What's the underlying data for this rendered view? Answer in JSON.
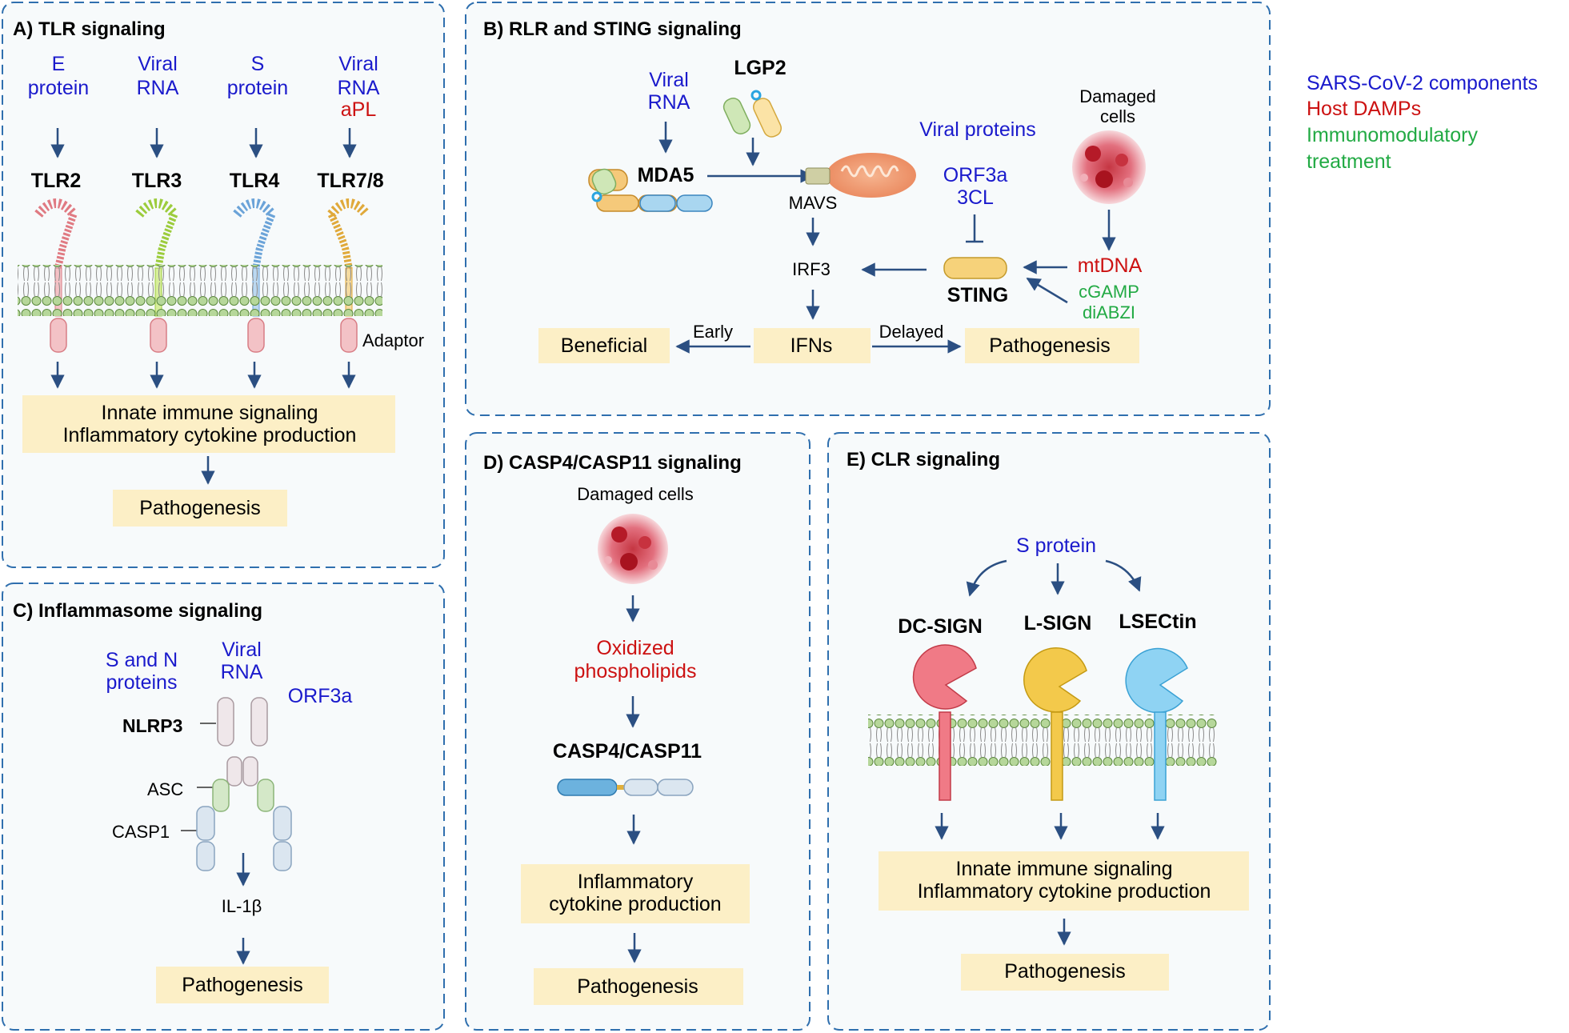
{
  "legend": {
    "viral": "SARS-CoV-2 components",
    "host": "Host DAMPs",
    "immuno_1": "Immunomodulatory",
    "immuno_2": "treatment"
  },
  "colors": {
    "viral": "#1a1acc",
    "host": "#cc1111",
    "immuno": "#22aa44",
    "panel_border": "#2f6fae",
    "panel_bg": "#f7fafb",
    "box_fill": "#fcefc6",
    "arrow": "#2b4f82"
  },
  "panelA": {
    "title": "A) TLR signaling",
    "inputs": [
      {
        "l1": "E",
        "l2": "protein"
      },
      {
        "l1": "Viral",
        "l2": "RNA"
      },
      {
        "l1": "S",
        "l2": "protein"
      },
      {
        "l1": "Viral",
        "l2": "RNA",
        "l3": "aPL"
      }
    ],
    "receptors": [
      "TLR2",
      "TLR3",
      "TLR4",
      "TLR7/8"
    ],
    "adaptor": "Adaptor",
    "signal_1": "Innate immune signaling",
    "signal_2": "Inflammatory cytokine production",
    "outcome": "Pathogenesis"
  },
  "panelB": {
    "title": "B) RLR and STING signaling",
    "viral_rna_1": "Viral",
    "viral_rna_2": "RNA",
    "lgp2": "LGP2",
    "mda5": "MDA5",
    "mavs": "MAVS",
    "viral_proteins": "Viral proteins",
    "orf3a": "ORF3a",
    "cl3": "3CL",
    "damaged_1": "Damaged",
    "damaged_2": "cells",
    "irf3": "IRF3",
    "sting": "STING",
    "mtdna": "mtDNA",
    "cgamp": "cGAMP",
    "diabzi": "diABZI",
    "beneficial": "Beneficial",
    "early": "Early",
    "ifns": "IFNs",
    "delayed": "Delayed",
    "pathogenesis": "Pathogenesis"
  },
  "panelC": {
    "title": "C) Inflammasome signaling",
    "sn_1": "S and N",
    "sn_2": "proteins",
    "vr_1": "Viral",
    "vr_2": "RNA",
    "orf3a": "ORF3a",
    "nlrp3": "NLRP3",
    "asc": "ASC",
    "casp1": "CASP1",
    "il1b": "IL-1β",
    "outcome": "Pathogenesis"
  },
  "panelD": {
    "title": "D) CASP4/CASP11 signaling",
    "damaged": "Damaged cells",
    "oxidized_1": "Oxidized",
    "oxidized_2": "phospholipids",
    "casp": "CASP4/CASP11",
    "prod_1": "Inflammatory",
    "prod_2": "cytokine production",
    "outcome": "Pathogenesis"
  },
  "panelE": {
    "title": "E) CLR signaling",
    "s_protein": "S protein",
    "receptors": [
      "DC-SIGN",
      "L-SIGN",
      "LSECtin"
    ],
    "signal_1": "Innate immune signaling",
    "signal_2": "Inflammatory cytokine production",
    "outcome": "Pathogenesis"
  }
}
